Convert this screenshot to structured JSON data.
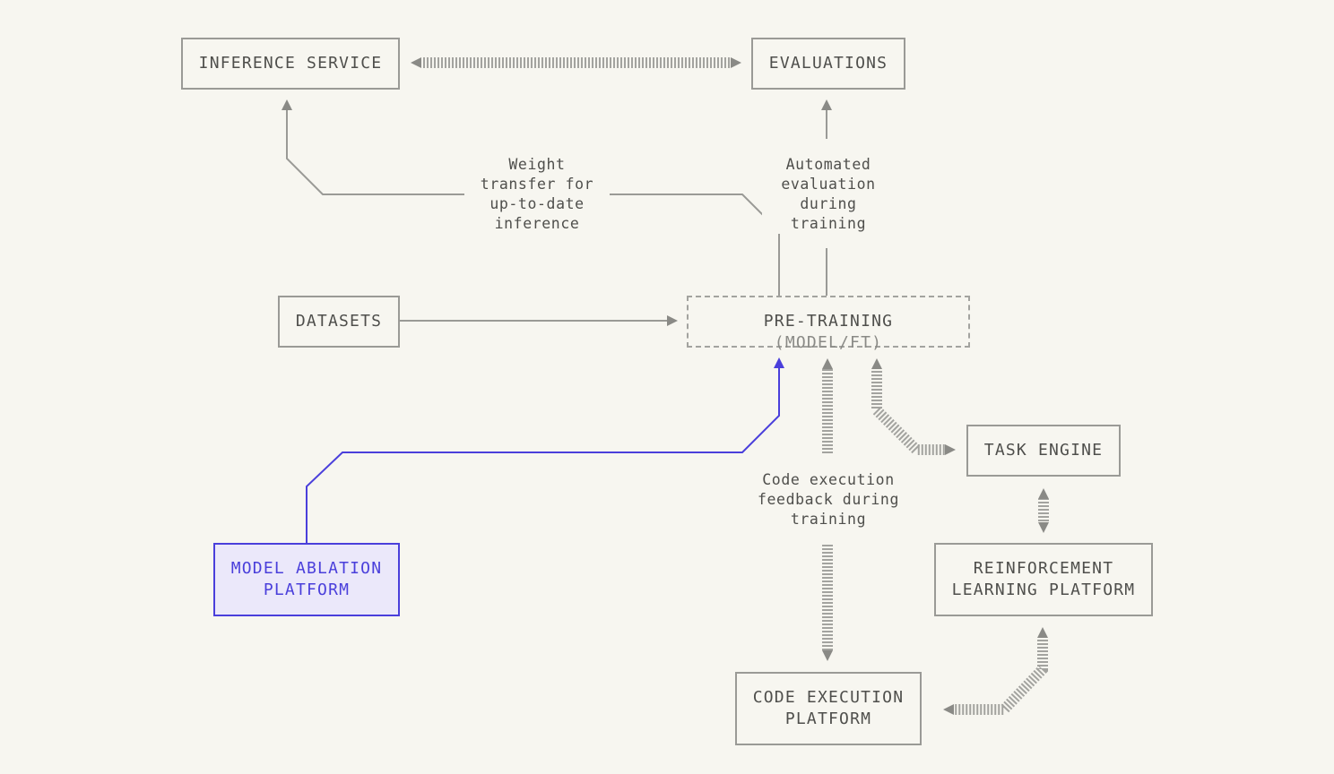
{
  "nodes": {
    "inference_service": "INFERENCE SERVICE",
    "evaluations": "EVALUATIONS",
    "datasets": "DATASETS",
    "pretraining_main": "PRE-TRAINING",
    "pretraining_suffix": "(MODEL/FT)",
    "task_engine": "TASK ENGINE",
    "reinforcement_learning": "REINFORCEMENT\nLEARNING PLATFORM",
    "model_ablation": "MODEL ABLATION\nPLATFORM",
    "code_execution": "CODE EXECUTION\nPLATFORM"
  },
  "labels": {
    "weight_transfer": "Weight\ntransfer for\nup-to-date\ninference",
    "automated_evaluation": "Automated\nevaluation\nduring\ntraining",
    "code_execution_feedback": "Code execution\nfeedback during\ntraining"
  },
  "colors": {
    "background": "#f7f6f0",
    "line": "#9a9a96",
    "text": "#4f4f4c",
    "accent": "#4a3fdb",
    "accent_fill": "#ebe8fa"
  }
}
